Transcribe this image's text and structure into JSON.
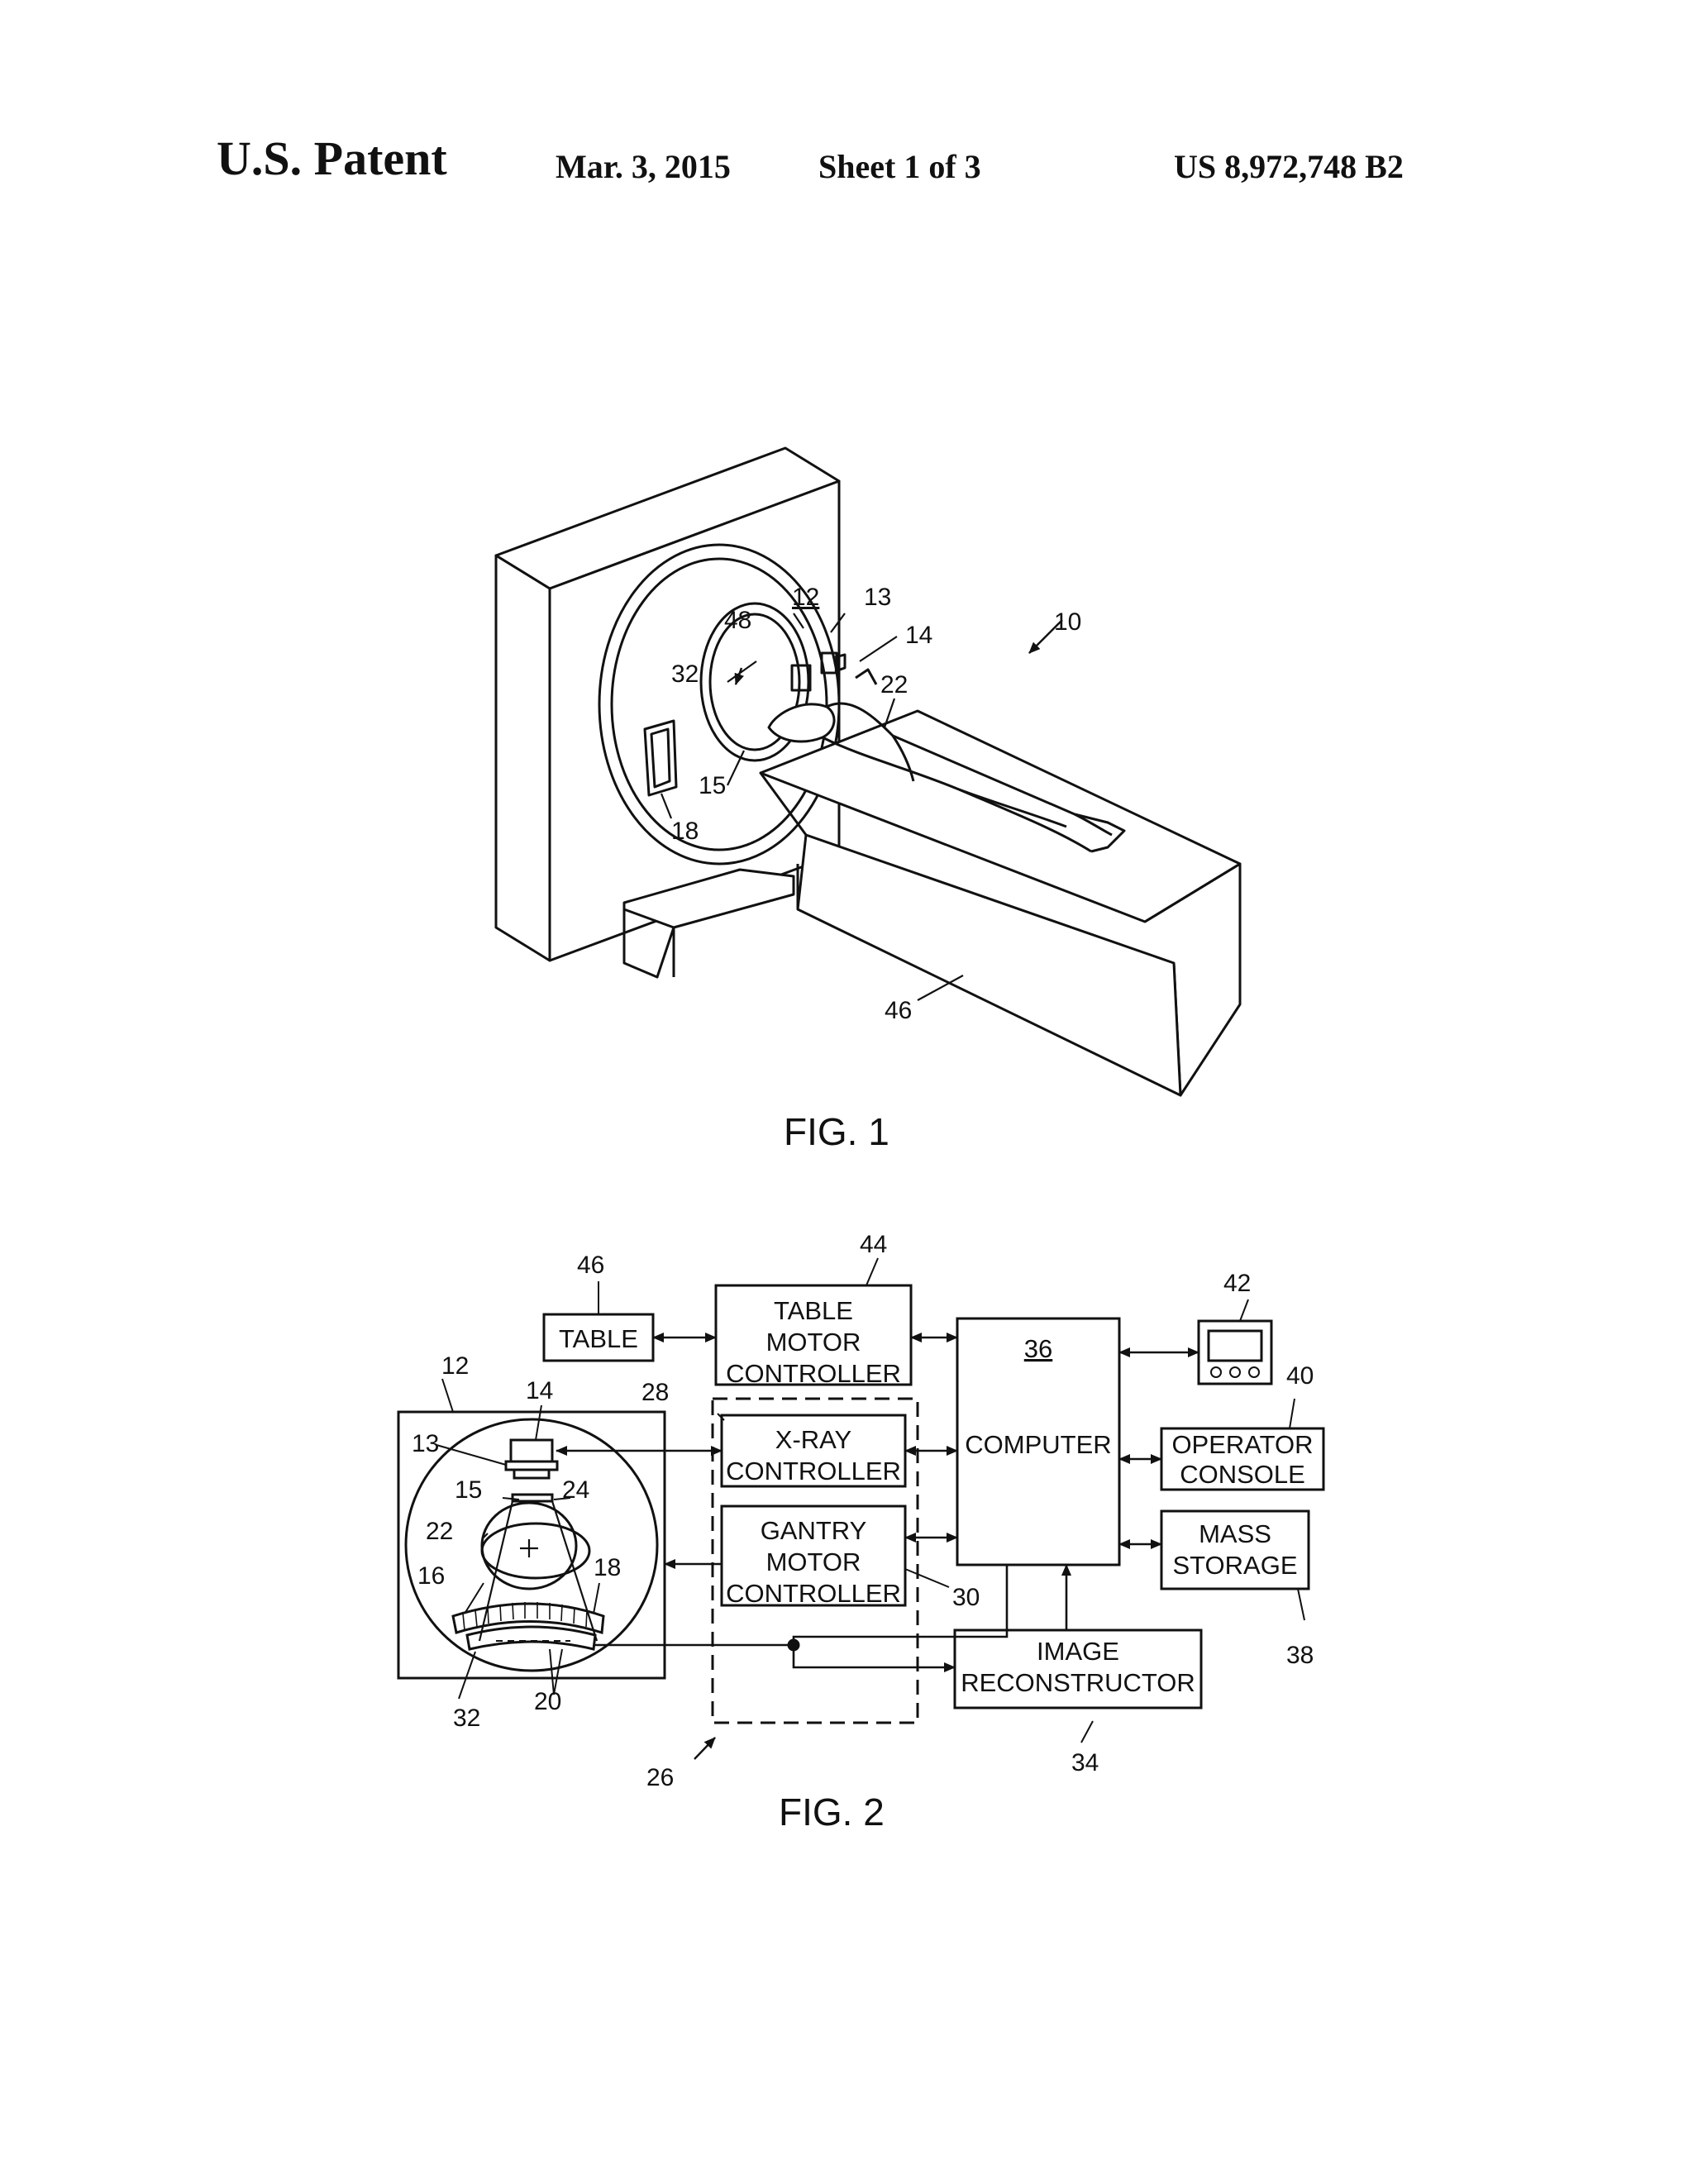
{
  "header": {
    "left": "U.S. Patent",
    "date": "Mar. 3, 2015",
    "sheet": "Sheet 1 of 3",
    "number": "US 8,972,748 B2"
  },
  "fig1": {
    "caption": "FIG. 1",
    "refs": {
      "r10": "10",
      "r12": "12",
      "r13": "13",
      "r14": "14",
      "r15": "15",
      "r18": "18",
      "r22": "22",
      "r32": "32",
      "r46": "46",
      "r48": "48"
    }
  },
  "fig2": {
    "caption": "FIG. 2",
    "boxes": {
      "table": [
        "TABLE"
      ],
      "table_motor": [
        "TABLE",
        "MOTOR",
        "CONTROLLER"
      ],
      "xray": [
        "X-RAY",
        "CONTROLLER"
      ],
      "gantry_motor": [
        "GANTRY",
        "MOTOR",
        "CONTROLLER"
      ],
      "computer_ref": "36",
      "computer": [
        "COMPUTER"
      ],
      "operator": [
        "OPERATOR",
        "CONSOLE"
      ],
      "mass": [
        "MASS",
        "STORAGE"
      ],
      "image": [
        "IMAGE",
        "RECONSTRUCTOR"
      ]
    },
    "refs": {
      "r12": "12",
      "r13": "13",
      "r14": "14",
      "r15": "15",
      "r16": "16",
      "r18": "18",
      "r20": "20",
      "r22": "22",
      "r24": "24",
      "r26": "26",
      "r28": "28",
      "r30": "30",
      "r32": "32",
      "r34": "34",
      "r38": "38",
      "r40": "40",
      "r42": "42",
      "r44": "44",
      "r46": "46"
    }
  }
}
